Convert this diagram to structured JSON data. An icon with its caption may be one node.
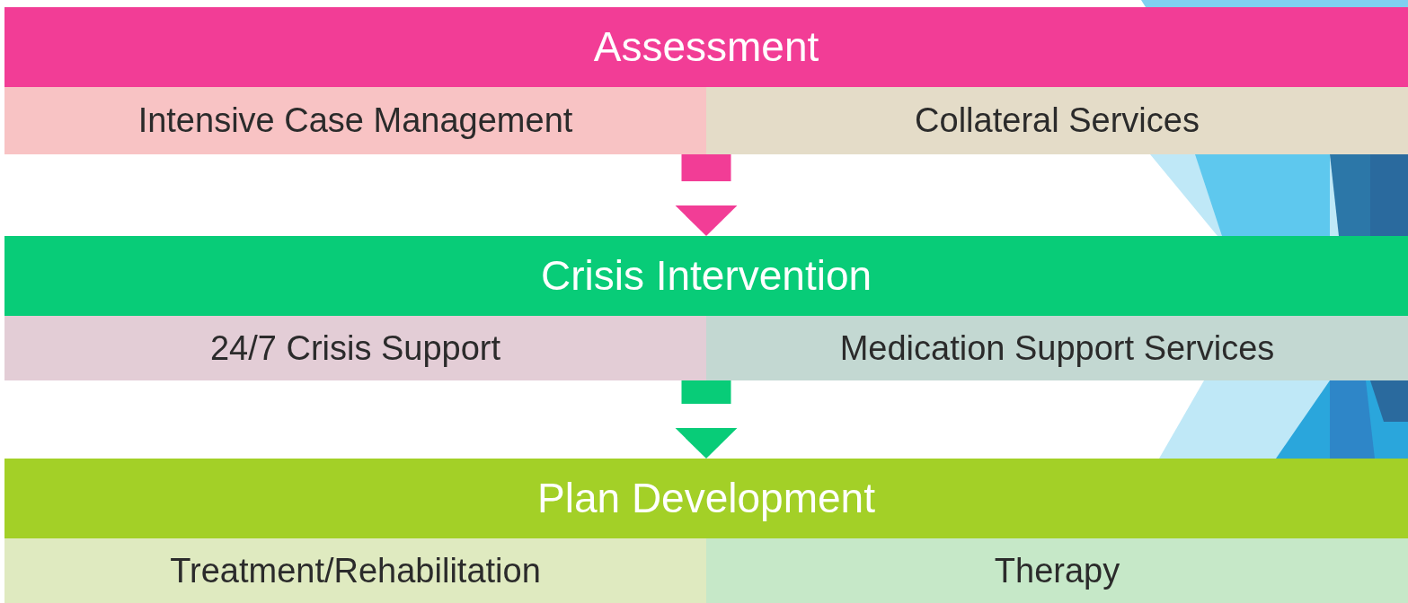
{
  "diagram": {
    "nodes": [
      {
        "text": [
          "Assessment"
        ]
      },
      {
        "text": [
          "Intensive Case Management"
        ],
        "in": 0
      },
      {
        "text": [
          "Collateral Services"
        ],
        "in": 0
      },
      {
        "text": [
          "Crisis Intervention"
        ]
      },
      {
        "text": [
          "24/7 Crisis Support"
        ],
        "in": 3
      },
      {
        "text": [
          "Medication Support Services"
        ],
        "in": 3
      },
      {
        "text": [
          "Plan Development"
        ]
      },
      {
        "text": [
          "Treatment/Rehabilitation"
        ],
        "in": 6
      },
      {
        "text": [
          "Therapy"
        ],
        "in": 6
      }
    ],
    "edges": [
      {
        "from": 0,
        "to": 3,
        "arrow": "to",
        "color": "#f23d96"
      },
      {
        "from": 3,
        "to": 6,
        "arrow": "to",
        "color": "#08cc78"
      }
    ]
  }
}
